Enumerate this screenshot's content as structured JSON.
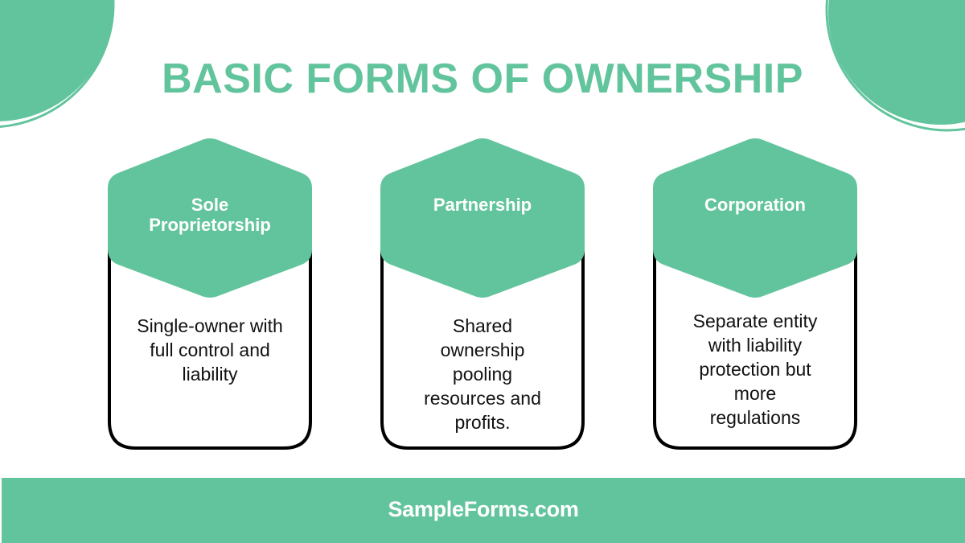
{
  "header": {
    "title": "BASIC FORMS OF OWNERSHIP"
  },
  "colors": {
    "accent": "#62c49d",
    "text": "#111111",
    "background": "#ffffff",
    "border": "#000000"
  },
  "cards": [
    {
      "title_line1": "Sole",
      "title_line2": "Proprietorship",
      "description": [
        "Single-owner with",
        "full control and",
        "liability"
      ]
    },
    {
      "title_line1": "Partnership",
      "title_line2": "",
      "description": [
        "Shared",
        "ownership",
        "pooling",
        "resources and",
        "profits."
      ]
    },
    {
      "title_line1": "Corporation",
      "title_line2": "",
      "description": [
        "Separate entity",
        "with liability",
        "protection but",
        "more",
        "regulations"
      ]
    }
  ],
  "footer": {
    "brand": "SampleForms.com"
  }
}
